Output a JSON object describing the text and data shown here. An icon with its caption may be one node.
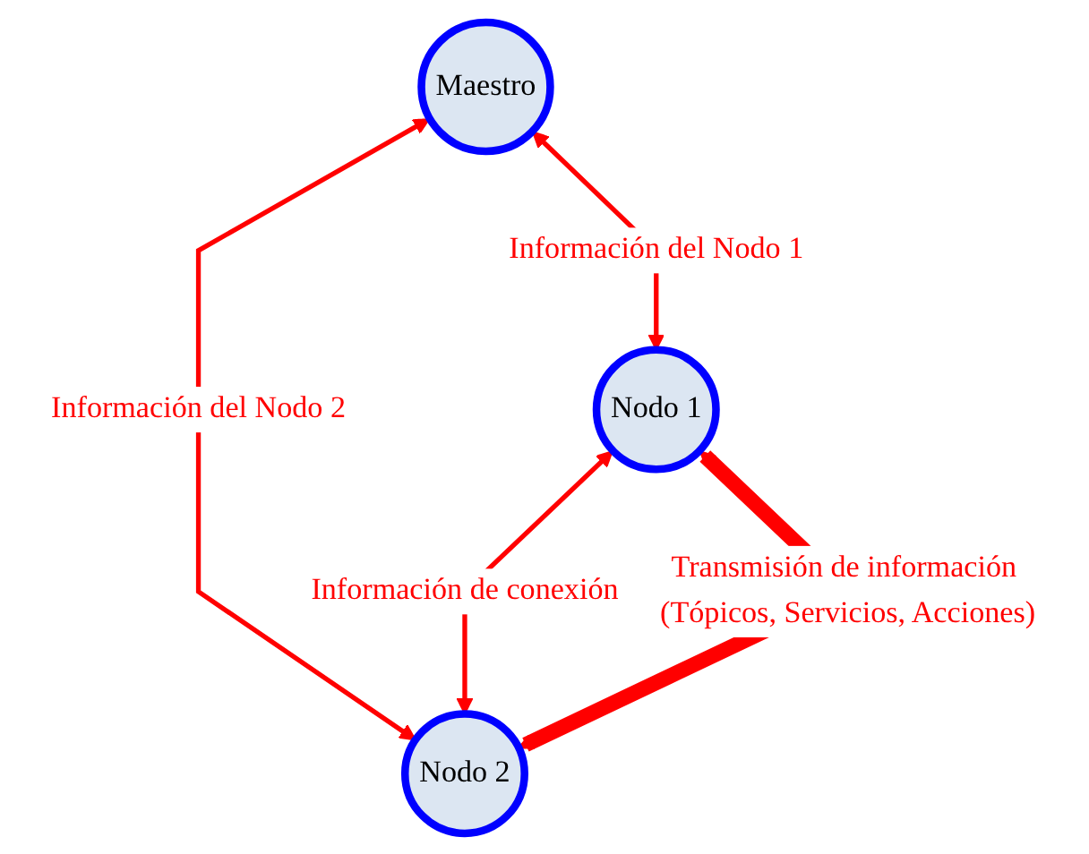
{
  "diagram": {
    "nodes": [
      {
        "text": [
          "Maestro"
        ]
      },
      {
        "text": [
          "Nodo 1"
        ]
      },
      {
        "text": [
          "Nodo 2"
        ]
      }
    ],
    "edges": [
      {
        "from": 0,
        "to": 1,
        "arrow": "both",
        "label": "Información del Nodo 1",
        "color": "#ff0000"
      },
      {
        "from": 0,
        "to": 2,
        "arrow": "both",
        "label": "Información del Nodo 2",
        "color": "#ff0000"
      },
      {
        "from": 1,
        "to": 2,
        "arrow": "both",
        "label": "Información de conexión",
        "color": "#ff0000"
      },
      {
        "from": 1,
        "to": 2,
        "arrow": "both",
        "label": "Transmisión de información (Tópicos, Servicios, Acciones)",
        "style": "thick",
        "color": "#ff0000"
      }
    ]
  }
}
